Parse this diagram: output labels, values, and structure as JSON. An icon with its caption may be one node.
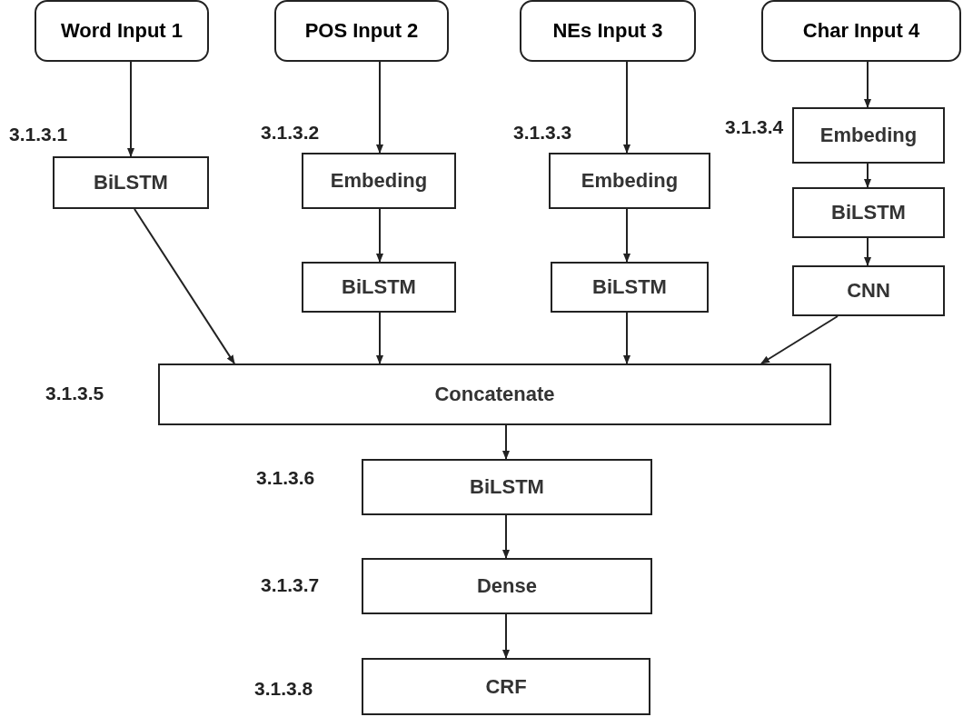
{
  "diagram": {
    "nodes": [
      {
        "text": [
          "Word Input 1"
        ]
      },
      {
        "text": [
          "POS Input 2"
        ]
      },
      {
        "text": [
          "NEs Input 3"
        ]
      },
      {
        "text": [
          "Char Input 4"
        ]
      },
      {
        "text": [
          "BiLSTM"
        ],
        "beside": [
          "3.1.3.1"
        ]
      },
      {
        "text": [
          "Embeding"
        ],
        "beside": [
          "3.1.3.2"
        ]
      },
      {
        "text": [
          "BiLSTM"
        ]
      },
      {
        "text": [
          "Embeding"
        ],
        "beside": [
          "3.1.3.3"
        ]
      },
      {
        "text": [
          "BiLSTM"
        ]
      },
      {
        "text": [
          "Embeding"
        ],
        "beside": [
          "3.1.3.4"
        ]
      },
      {
        "text": [
          "BiLSTM"
        ]
      },
      {
        "text": [
          "CNN"
        ]
      },
      {
        "text": [
          "Concatenate"
        ],
        "beside": [
          "3.1.3.5"
        ]
      },
      {
        "text": [
          "BiLSTM"
        ],
        "beside": [
          "3.1.3.6"
        ]
      },
      {
        "text": [
          "Dense"
        ],
        "beside": [
          "3.1.3.7"
        ]
      },
      {
        "text": [
          "CRF"
        ],
        "beside": [
          "3.1.3.8"
        ]
      }
    ],
    "edges": [
      {
        "from": 0,
        "to": 4,
        "arrow": "to"
      },
      {
        "from": 1,
        "to": 5,
        "arrow": "to"
      },
      {
        "from": 5,
        "to": 6,
        "arrow": "to"
      },
      {
        "from": 2,
        "to": 7,
        "arrow": "to"
      },
      {
        "from": 7,
        "to": 8,
        "arrow": "to"
      },
      {
        "from": 3,
        "to": 9,
        "arrow": "to"
      },
      {
        "from": 9,
        "to": 10,
        "arrow": "to"
      },
      {
        "from": 10,
        "to": 11,
        "arrow": "to"
      },
      {
        "from": 4,
        "to": 12,
        "arrow": "to"
      },
      {
        "from": 6,
        "to": 12,
        "arrow": "to"
      },
      {
        "from": 8,
        "to": 12,
        "arrow": "to"
      },
      {
        "from": 11,
        "to": 12,
        "arrow": "to"
      },
      {
        "from": 12,
        "to": 13,
        "arrow": "to"
      },
      {
        "from": 13,
        "to": 14,
        "arrow": "to"
      },
      {
        "from": 14,
        "to": 15,
        "arrow": "to"
      }
    ]
  }
}
